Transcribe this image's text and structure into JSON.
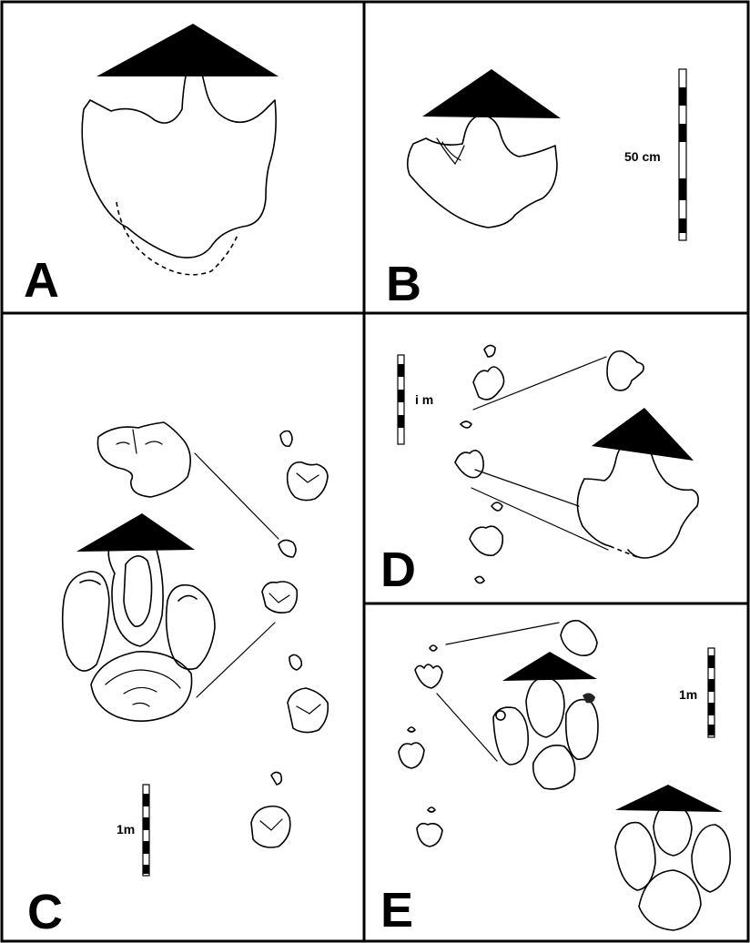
{
  "panels": {
    "a": {
      "letter": "A"
    },
    "b": {
      "letter": "B",
      "scale_label": "50 cm"
    },
    "c": {
      "letter": "C",
      "scale_label": "1m"
    },
    "d": {
      "letter": "D",
      "scale_label": "i m"
    },
    "e": {
      "letter": "E",
      "scale_label": "1m"
    }
  }
}
